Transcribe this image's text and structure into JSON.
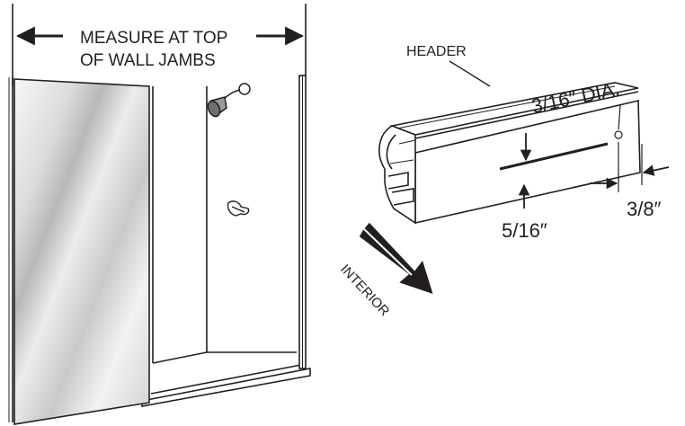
{
  "labels": {
    "measure_line1": "MEASURE AT TOP",
    "measure_line2": "OF WALL JAMBS",
    "header": "HEADER",
    "hole_dia": "3/16″ DIA.",
    "edge_offset": "3/8″",
    "slot_offset": "5/16″",
    "interior": "INTERIOR"
  },
  "colors": {
    "line": "#231f20",
    "glass_light": "#f4f4f4",
    "glass_dark": "#b9b9b9"
  },
  "icons": [
    "shower-head-icon",
    "faucet-handle-icon",
    "interior-arrow-icon"
  ]
}
